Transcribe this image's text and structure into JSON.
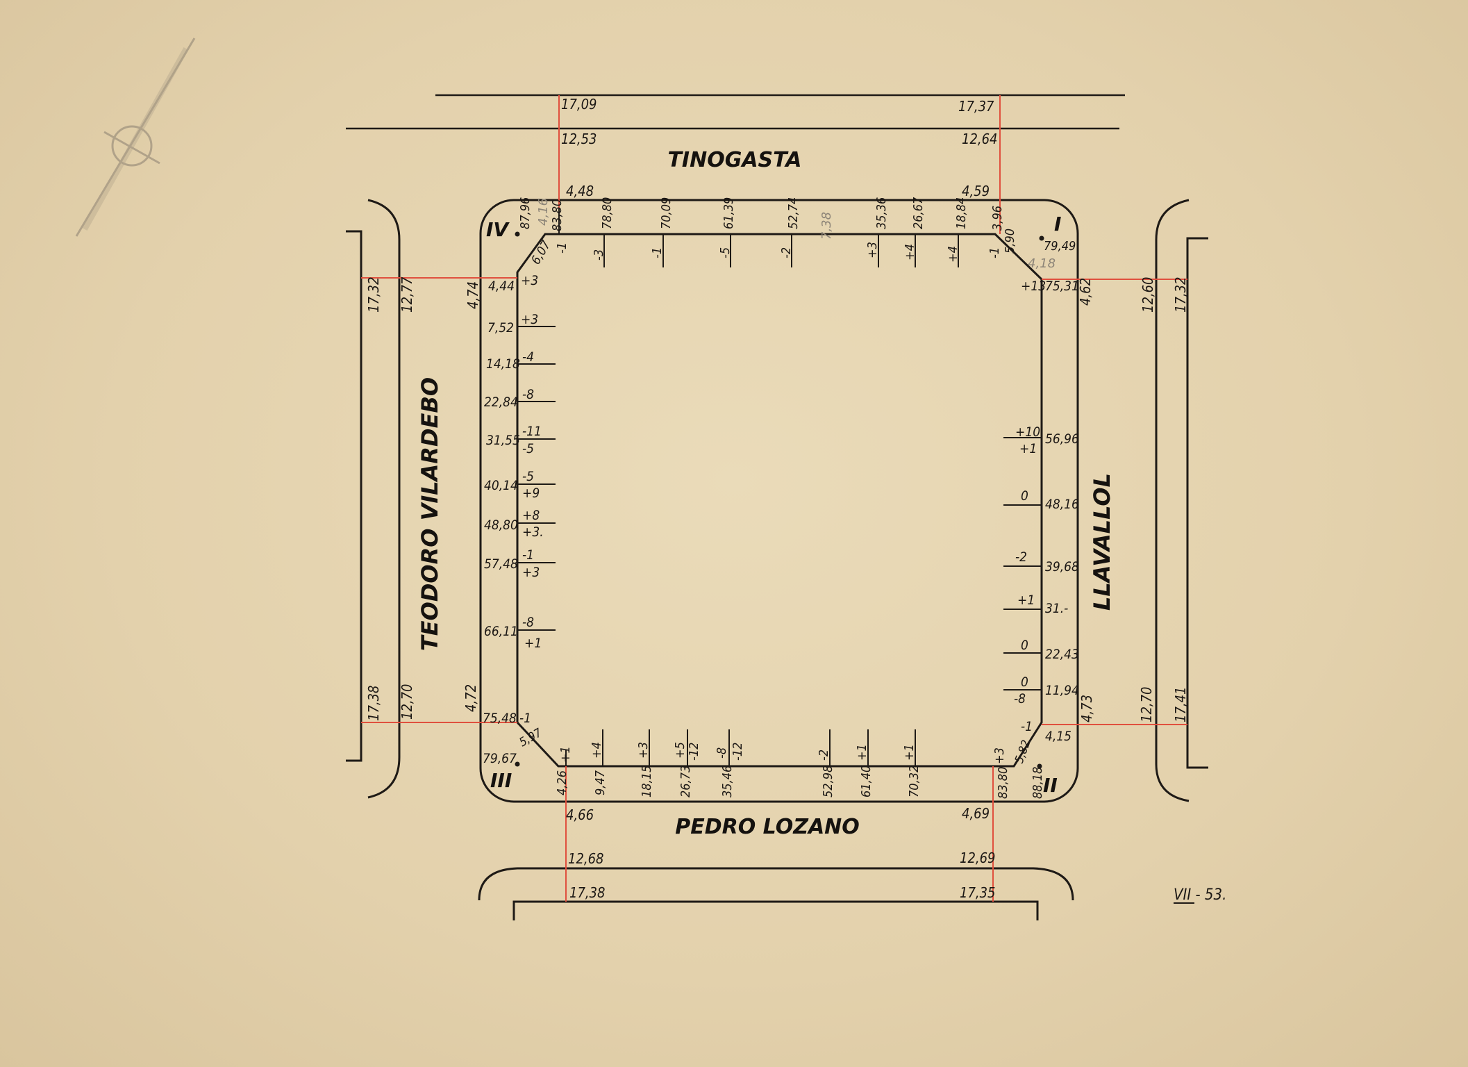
{
  "streets": {
    "north": "TINOGASTA",
    "south": "PEDRO LOZANO",
    "west": "TEODORO VILARDEBO",
    "east": "LLAVALLOL"
  },
  "corners": {
    "ne": "I",
    "se": "II",
    "sw": "III",
    "nw": "IV"
  },
  "date_mark": "VII - 53.",
  "north_levels": {
    "far_left": "17,09",
    "far_right": "17,37",
    "near_left": "12,53",
    "near_right": "12,64",
    "curb_left": "4,48",
    "curb_right": "4,59"
  },
  "south_levels": {
    "curb_left": "4,66",
    "curb_right": "4,69",
    "near_left": "12,68",
    "near_right": "12,69",
    "far_left": "17,38",
    "far_right": "17,35"
  },
  "west_levels": {
    "top_far": "17,32",
    "top_near": "12,77",
    "top_curb": "4,74",
    "bottom_far": "17,38",
    "bottom_near": "12,70",
    "bottom_curb": "4,72"
  },
  "east_levels": {
    "top_curb": "4,62",
    "top_near": "12,60",
    "top_far": "17,32",
    "bottom_curb": "4,73",
    "bottom_near": "12,70",
    "bottom_far": "17,41"
  },
  "pencil_notes": {
    "n1": "4,16",
    "n2": "7,38",
    "n3": "4,18"
  },
  "top_side": {
    "dists": [
      "87,96",
      "83,80",
      "78,80",
      "70,09",
      "61,39",
      "52,74",
      "35,36",
      "26,67",
      "18,84",
      "3,96",
      "79,49"
    ],
    "marks": [
      "-1",
      "-3",
      "-1",
      "-5",
      "-2",
      "+3",
      "+4",
      "+4",
      "-1"
    ],
    "chamfers": [
      "6,07",
      "5,90"
    ]
  },
  "left_side": {
    "dists": [
      "4,44",
      "7,52",
      "14,18",
      "22,84",
      "31,55",
      "40,14",
      "48,80",
      "57,48",
      "66,11",
      "75,48",
      "79,67"
    ],
    "marks_top": [
      "+3",
      "+3",
      "-4",
      "-8",
      "-11",
      "-5",
      "+8",
      "-1",
      "-8",
      "-1"
    ],
    "marks_bottom": [
      "-5",
      "+9",
      "+3.",
      "+3",
      "+1"
    ],
    "chamfer": "5,97"
  },
  "bottom_side": {
    "dists": [
      "4,26",
      "9,47",
      "18,15",
      "26,73",
      "35,46",
      "52,98",
      "61,40",
      "70,32",
      "83,80",
      "88,18"
    ],
    "marks": [
      "+1",
      "+4",
      "+3",
      "+5",
      "-12",
      "-8",
      "-12",
      "-2",
      "+1",
      "+1",
      "+3"
    ],
    "chamfer": "5,82"
  },
  "right_side": {
    "dists": [
      "75,31",
      "56,96",
      "48,16",
      "39,68",
      "31.-",
      "22,43",
      "11,94",
      "4,15"
    ],
    "marks": [
      "+13",
      "+10",
      "+1",
      "0",
      "-2",
      "+1",
      "0",
      "0",
      "-8",
      "-1"
    ]
  }
}
